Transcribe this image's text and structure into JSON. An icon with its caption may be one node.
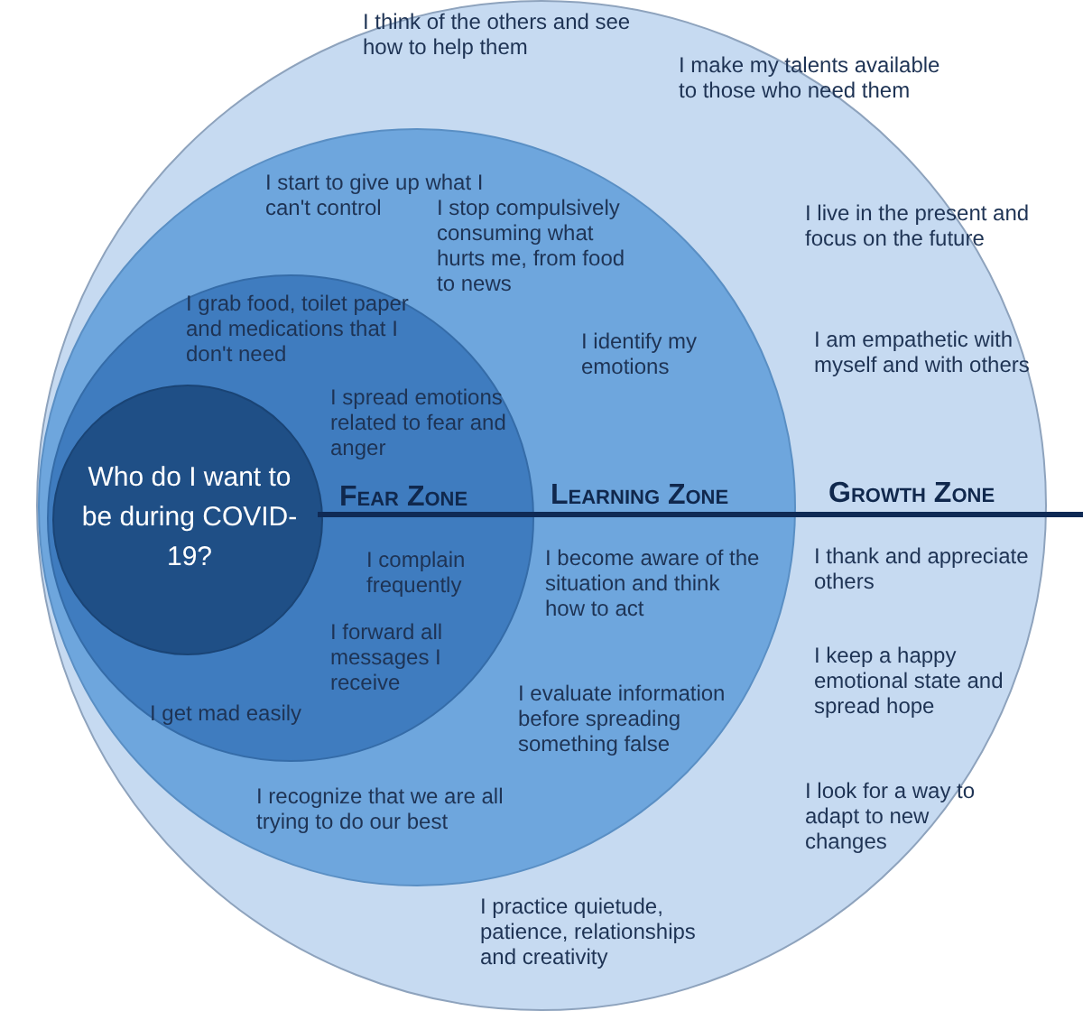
{
  "diagram": {
    "nodes": [
      {
        "text": [
          "I think of the others and see how to help them",
          "I make my talents available to those who need them",
          "I live in the present and focus on the future",
          "I am empathetic with myself and with others",
          "Growth Zone",
          "I thank and appreciate others",
          "I keep a happy emotional state and spread hope",
          "I look for a way to adapt to new changes",
          "I practice quietude, patience, relationships and creativity"
        ]
      },
      {
        "text": [
          "I start to give up what I can't control",
          "I stop compulsively consuming what hurts me, from food to news",
          "I identify my emotions",
          "Learning Zone",
          "I become aware of the situation and think how to act",
          "I evaluate information before spreading something false",
          "I recognize that we are all trying to do our best"
        ],
        "in": 0
      },
      {
        "text": [
          "I grab food, toilet paper and medications that I don't need",
          "I spread emotions related to fear and anger",
          "Fear Zone",
          "I complain frequently",
          "I forward all messages I receive",
          "I get mad easily"
        ],
        "in": 1
      },
      {
        "text": [
          "Who do I want to be during COVID-19?"
        ],
        "in": 2
      }
    ],
    "edges": []
  }
}
